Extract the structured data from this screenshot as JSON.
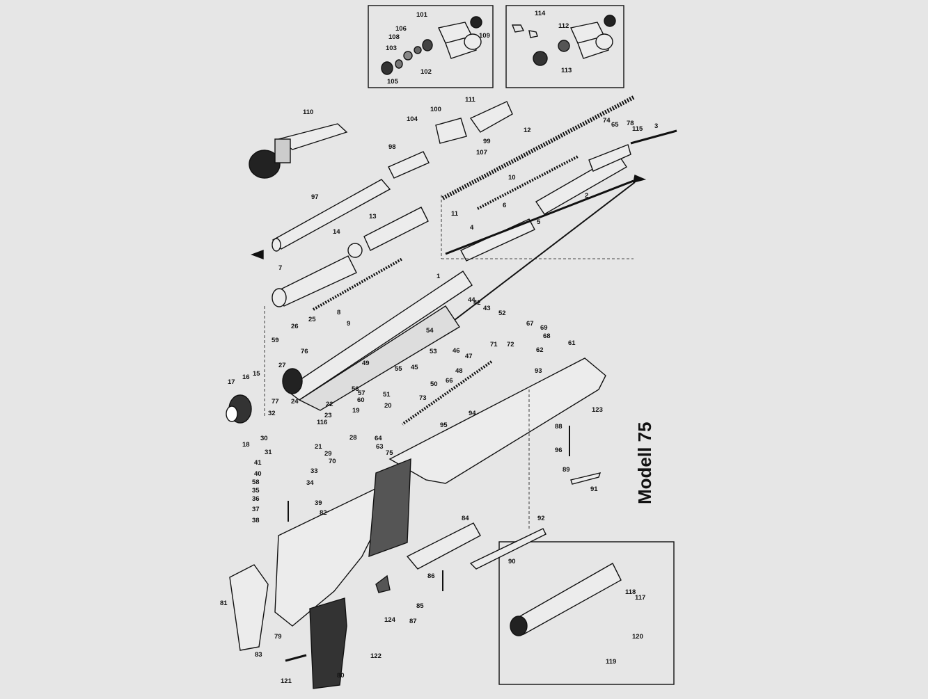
{
  "model_title": "Modell 75",
  "labels": {
    "l1": "1",
    "l2": "2",
    "l3": "3",
    "l4": "4",
    "l5": "5",
    "l6": "6",
    "l7": "7",
    "l8": "8",
    "l9": "9",
    "l10": "10",
    "l11": "11",
    "l12": "12",
    "l13": "13",
    "l14": "14",
    "l15": "15",
    "l16": "16",
    "l17": "17",
    "l18": "18",
    "l19": "19",
    "l20": "20",
    "l21": "21",
    "l22": "22",
    "l23": "23",
    "l24": "24",
    "l25": "25",
    "l26": "26",
    "l27": "27",
    "l28": "28",
    "l29": "29",
    "l30": "30",
    "l31": "31",
    "l32": "32",
    "l33": "33",
    "l34": "34",
    "l35": "35",
    "l36": "36",
    "l37": "37",
    "l38": "38",
    "l39": "39",
    "l40": "40",
    "l41": "41",
    "l42": "42",
    "l43": "43",
    "l44": "44",
    "l45": "45",
    "l46": "46",
    "l47": "47",
    "l48": "48",
    "l49": "49",
    "l50": "50",
    "l51": "51",
    "l52": "52",
    "l53": "53",
    "l54": "54",
    "l55": "55",
    "l56": "56",
    "l57": "57",
    "l58": "58",
    "l59": "59",
    "l60": "60",
    "l61": "61",
    "l62": "62",
    "l63": "63",
    "l64": "64",
    "l65": "65",
    "l66": "66",
    "l67": "67",
    "l68": "68",
    "l69": "69",
    "l70": "70",
    "l71": "71",
    "l72": "72",
    "l73": "73",
    "l74": "74",
    "l75": "75",
    "l76": "76",
    "l77": "77",
    "l78": "78",
    "l79": "79",
    "l80": "80",
    "l81": "81",
    "l82": "82",
    "l83": "83",
    "l84": "84",
    "l85": "85",
    "l86": "86",
    "l87": "87",
    "l88": "88",
    "l89": "89",
    "l90": "90",
    "l91": "91",
    "l92": "92",
    "l93": "93",
    "l94": "94",
    "l95": "95",
    "l96": "96",
    "l97": "97",
    "l98": "98",
    "l99": "99",
    "l100": "100",
    "l101": "101",
    "l102": "102",
    "l103": "103",
    "l104": "104",
    "l105": "105",
    "l106": "106",
    "l107": "107",
    "l108": "108",
    "l109": "109",
    "l110": "110",
    "l111": "111",
    "l112": "112",
    "l113": "113",
    "l114": "114",
    "l115": "115",
    "l116": "116",
    "l117": "117",
    "l118": "118",
    "l119": "119",
    "l120": "120",
    "l121": "121",
    "l122": "122",
    "l123": "123",
    "l124": "124"
  }
}
